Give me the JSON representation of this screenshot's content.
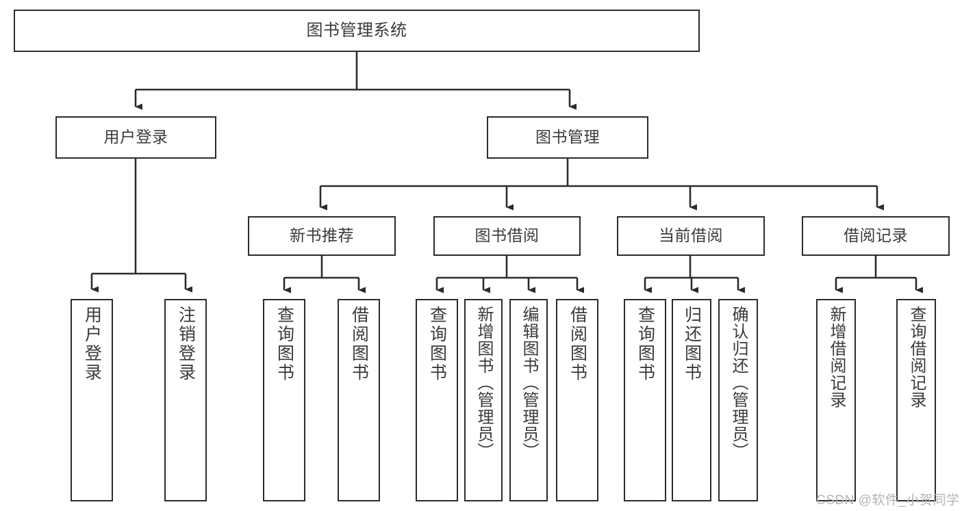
{
  "diagram": {
    "title": "图书管理系统",
    "type": "tree-hierarchy-functional-structure",
    "watermark": "CSDN @软件_小贺同学",
    "colors": {
      "box_border": "#2b2b2b",
      "box_fill": "#ffffff",
      "text": "#3a3a3a",
      "edge": "#2b2b2b",
      "watermark": "#b4b4b4",
      "background": "#ffffff"
    },
    "nodes": {
      "root": {
        "label": "图书管理系统"
      },
      "level2": [
        {
          "id": "user-login",
          "label": "用户登录"
        },
        {
          "id": "book-management",
          "label": "图书管理"
        }
      ],
      "level3": [
        {
          "id": "new-book-recommend",
          "label": "新书推荐"
        },
        {
          "id": "book-borrow",
          "label": "图书借阅"
        },
        {
          "id": "current-borrow",
          "label": "当前借阅"
        },
        {
          "id": "borrow-record",
          "label": "借阅记录"
        }
      ],
      "leaves": {
        "user_login": [
          {
            "id": "leaf-user-login",
            "label": "用户登录"
          },
          {
            "id": "leaf-logout-login",
            "label": "注销登录"
          }
        ],
        "new_book_recommend": [
          {
            "id": "leaf-query-book-1",
            "label": "查询图书"
          },
          {
            "id": "leaf-borrow-book-1",
            "label": "借阅图书"
          }
        ],
        "book_borrow": [
          {
            "id": "leaf-query-book-2",
            "label": "查询图书"
          },
          {
            "id": "leaf-add-book-admin",
            "label": "新增图书（管理员）"
          },
          {
            "id": "leaf-edit-book-admin",
            "label": "编辑图书（管理员）"
          },
          {
            "id": "leaf-borrow-book-2",
            "label": "借阅图书"
          }
        ],
        "current_borrow": [
          {
            "id": "leaf-query-book-3",
            "label": "查询图书"
          },
          {
            "id": "leaf-return-book",
            "label": "归还图书"
          },
          {
            "id": "leaf-confirm-return-admin",
            "label": "确认归还（管理员）"
          }
        ],
        "borrow_record": [
          {
            "id": "leaf-add-borrow-record",
            "label": "新增借阅记录"
          },
          {
            "id": "leaf-query-borrow-record",
            "label": "查询借阅记录"
          }
        ]
      }
    },
    "edges": [
      {
        "from": "图书管理系统",
        "to": "用户登录"
      },
      {
        "from": "图书管理系统",
        "to": "图书管理"
      },
      {
        "from": "用户登录",
        "to": "用户登录"
      },
      {
        "from": "用户登录",
        "to": "注销登录"
      },
      {
        "from": "图书管理",
        "to": "新书推荐"
      },
      {
        "from": "图书管理",
        "to": "图书借阅"
      },
      {
        "from": "图书管理",
        "to": "当前借阅"
      },
      {
        "from": "图书管理",
        "to": "借阅记录"
      },
      {
        "from": "新书推荐",
        "to": "查询图书"
      },
      {
        "from": "新书推荐",
        "to": "借阅图书"
      },
      {
        "from": "图书借阅",
        "to": "查询图书"
      },
      {
        "from": "图书借阅",
        "to": "新增图书（管理员）"
      },
      {
        "from": "图书借阅",
        "to": "编辑图书（管理员）"
      },
      {
        "from": "图书借阅",
        "to": "借阅图书"
      },
      {
        "from": "当前借阅",
        "to": "查询图书"
      },
      {
        "from": "当前借阅",
        "to": "归还图书"
      },
      {
        "from": "当前借阅",
        "to": "确认归还（管理员）"
      },
      {
        "from": "借阅记录",
        "to": "新增借阅记录"
      },
      {
        "from": "借阅记录",
        "to": "查询借阅记录"
      }
    ]
  }
}
